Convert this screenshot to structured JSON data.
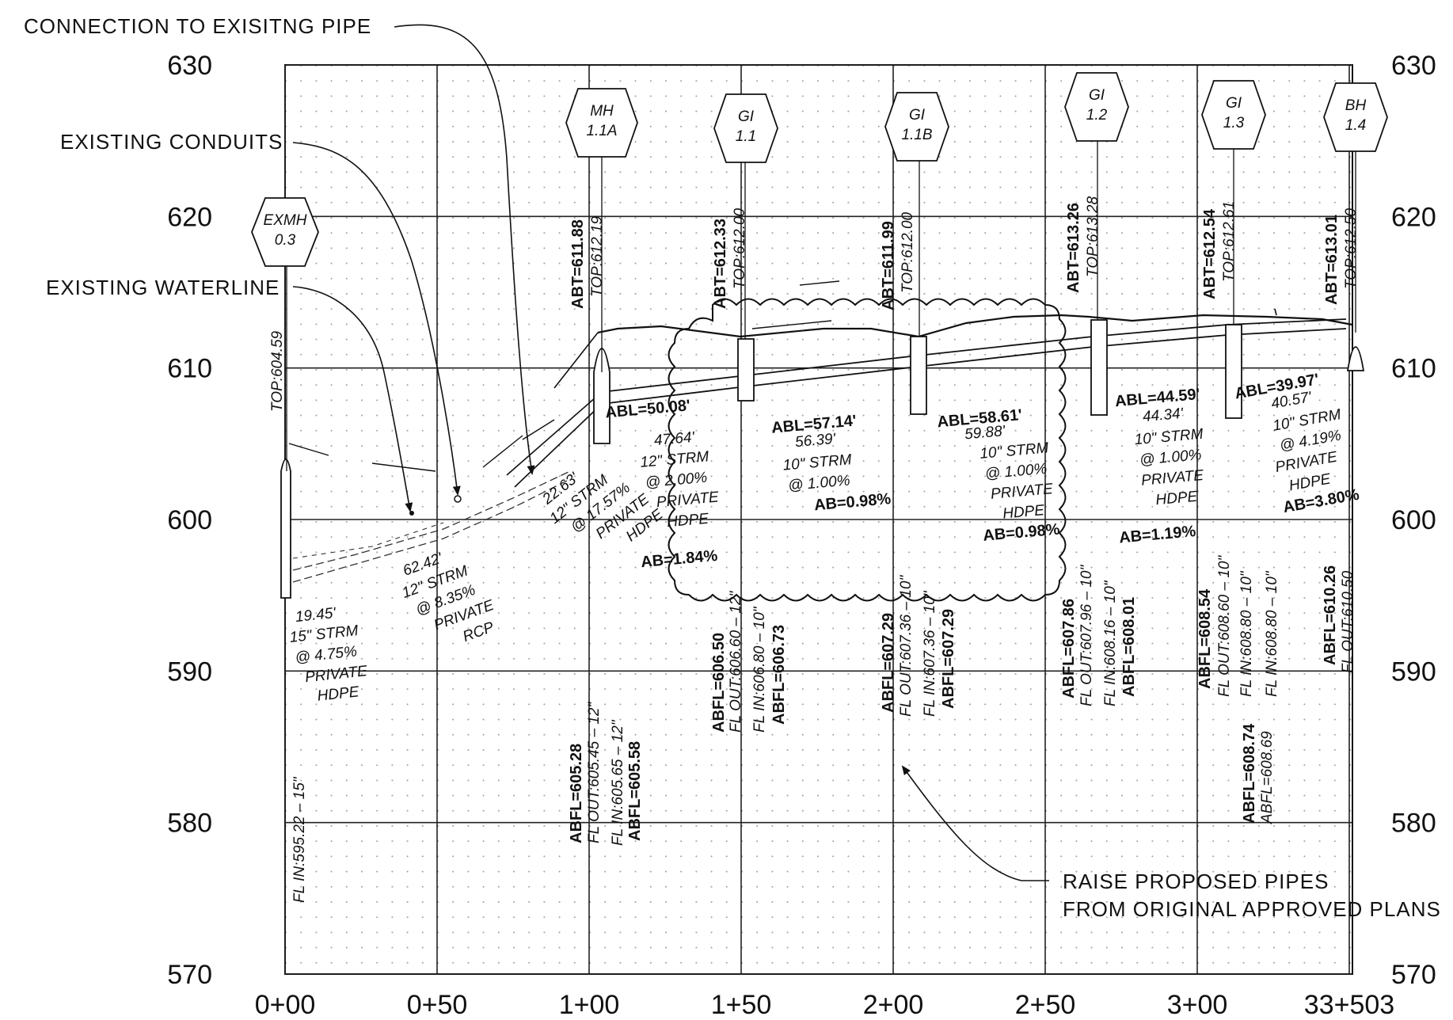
{
  "profile": {
    "elev_min": 570,
    "elev_max": 630,
    "elev_labels_left": [
      "630",
      "620",
      "610",
      "600",
      "590",
      "580",
      "570"
    ],
    "elev_labels_right": [
      "630",
      "620",
      "610",
      "600",
      "590",
      "580",
      "570"
    ],
    "station_labels": [
      "0+00",
      "0+50",
      "1+00",
      "1+50",
      "2+00",
      "2+50",
      "3+00",
      "33+503"
    ],
    "grid": "on"
  },
  "notes": {
    "connection": "CONNECTION TO EXISITNG PIPE",
    "conduits": "EXISTING CONDUITS",
    "waterline": "EXISTING WATERLINE",
    "raise_1": "RAISE PROPOSED PIPES",
    "raise_2": "FROM ORIGINAL APPROVED PLANS"
  },
  "structures": {
    "exmh": {
      "l1": "EXMH",
      "l2": "0.3",
      "top": "TOP:604.59",
      "fl": "FL IN:595.22 – 15\""
    },
    "mh11a": {
      "l1": "MH",
      "l2": "1.1A",
      "abt": "ABT=611.88",
      "top": "TOP:612.19",
      "abfl": "ABFL=605.28",
      "flout": "FL OUT:605.45 – 12\"",
      "flin": "FL IN:605.65 – 12\"",
      "abfl2": "ABFL=605.58"
    },
    "gi11": {
      "l1": "GI",
      "l2": "1.1",
      "abt": "ABT=612.33",
      "top": "TOP:612.00",
      "abfl": "ABFL=606.50",
      "flout": "FL OUT:606.60 – 12\"",
      "flin": "FL IN:606.80 – 10\"",
      "abfl2": "ABFL=606.73"
    },
    "gi11b": {
      "l1": "GI",
      "l2": "1.1B",
      "abt": "ABT=611.99",
      "top": "TOP:612.00",
      "abfl": "ABFL=607.29",
      "flout": "FL OUT:607.36 – 10\"",
      "flin": "FL IN:607.36 – 10\"",
      "abfl2": "ABFL=607.29"
    },
    "gi12": {
      "l1": "GI",
      "l2": "1.2",
      "abt": "ABT=613.26",
      "top": "TOP:613.28",
      "abfl": "ABFL=607.86",
      "flout": "FL OUT:607.96 – 10\"",
      "flin": "FL IN:608.16 – 10\"",
      "abfl2": "ABFL=608.01"
    },
    "gi13": {
      "l1": "GI",
      "l2": "1.3",
      "abt": "ABT=612.54",
      "top": "TOP:612.61",
      "abfl": "ABFL=608.54",
      "flout": "FL OUT:608.60 – 10\"",
      "flin": "FL IN:608.80 – 10\"",
      "flin2": "FL IN:608.80 – 10\"",
      "abfl2": "ABFL=608.74",
      "abfl3": "ABFL=608.69"
    },
    "bh14": {
      "l1": "BH",
      "l2": "1.4",
      "abt": "ABT=613.01",
      "top": "TOP:612.50",
      "abfl": "ABFL=610.26",
      "flout": "FL OUT:610.50"
    }
  },
  "pipes": {
    "p1": {
      "len": "19.45'",
      "size": "15\" STRM",
      "slope": "@ 4.75%",
      "own": "PRIVATE",
      "mat": "HDPE"
    },
    "p2": {
      "len": "62.42'",
      "size": "12\" STRM",
      "slope": "@ 8.35%",
      "own": "PRIVATE",
      "mat": "RCP"
    },
    "p3": {
      "len": "22.63'",
      "size": "12\" STRM",
      "slope": "@ 17.57%",
      "own": "PRIVATE",
      "mat": "HDPE"
    },
    "p4": {
      "abl": "ABL=50.08'",
      "len": "47.64'",
      "size": "12\" STRM",
      "slope": "@ 2.00%",
      "own": "PRIVATE",
      "mat": "HDPE",
      "ab": "AB=1.84%"
    },
    "p5": {
      "abl": "ABL=57.14'",
      "len": "56.39'",
      "size": "10\" STRM",
      "slope": "@ 1.00%",
      "ab": "AB=0.98%"
    },
    "p6": {
      "abl": "ABL=58.61'",
      "len": "59.88'",
      "size": "10\" STRM",
      "slope": "@ 1.00%",
      "own": "PRIVATE",
      "mat": "HDPE",
      "ab": "AB=0.98%"
    },
    "p7": {
      "abl": "ABL=44.59'",
      "len": "44.34'",
      "size": "10\" STRM",
      "slope": "@ 1.00%",
      "own": "PRIVATE",
      "mat": "HDPE",
      "ab": "AB=1.19%"
    },
    "p8": {
      "abl": "ABL=39.97'",
      "len": "40.57'",
      "size": "10\" STRM",
      "slope": "@ 4.19%",
      "own": "PRIVATE",
      "mat": "HDPE",
      "ab": "AB=3.80%"
    }
  }
}
